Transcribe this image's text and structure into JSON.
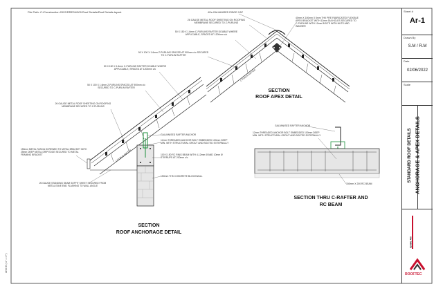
{
  "file_path": "File Path: C:/Construction 2022/RRES4/009 Roof Details/Roof Details.layout",
  "left_margin_note": "ANSI B (11\" x 17\")",
  "apex": {
    "title1": "SECTION",
    "title2": "ROOF APEX DETAIL",
    "notes": [
      "4Ga GALVANISED RIDGE CAP",
      "26 GAUGE METAL ROOF SHEETING ON ROOFING MEMBRANE SECURED TO Z-PURLINS",
      "40mm X 100mm X 5mm THK PRE FABRICATED FLEXIBLE APEX BRACKET WITH 12mm DIA HOLES SECURED TO C-PURLINS WITH 12mm BOLTS WITH NUTS AND WASHER",
      "50 X 150 X 1.6mm C-PURLINS RAFTER DOUBLE WHERE APPLICABLE, SPACED AT 1200mm c/c",
      "50 X 100 X 1.6mm Z-PURLINS SPACED AT 900mm c/c SECURED TO C-PURLIN RAFTER"
    ],
    "rafter_label": "C-PURLIN RAFTER"
  },
  "anchorage": {
    "title1": "SECTION",
    "title2": "ROOF ANCHORAGE DETAIL",
    "notes": [
      "50 X 150 X 1.6mm C-PURLINS RAFTER DOUBLE WHERE APPLICABLE, SPACED AT 1200mm c/c",
      "50 X 100 X 1.6mm Z-PURLINS SPACED AT 900mm c/c SECURED TO C-PURLIN RAFTER",
      "26 GAUGE METAL ROOF SHEETING ON ROOFING MEMBRANE SECURED TO Z-PURLINS",
      "GALVANISED RAFTER ANCHOR",
      "12mm THREADED ANCHOR BOLT EMBEDDED 100mm DEEP MIN. WITH STRUCTURAL GROUT AND BOLTED EXTERNALLY",
      "150mm METAL FASCIA SCREWED TO METAL BRACKET WITH 25mm DEEP METAL DRIP EDGE SECURED TO METAL FRAMING BRACKET",
      "100 X 150 RC RING BEAM WITH 4-12mm Ø AND 10mm Ø STIRRUPS AT 200mm c/c",
      "150mm THK CONCRETE BLOCKWALL",
      "26 GAUGE STANDING SEAM SOFFIT SHEET SECURED FROM METAL EAVE END FLASHING TO WALL ANGLE"
    ],
    "rafter_label": "C-PURLIN RAFTER"
  },
  "rcbeam": {
    "title1": "SECTION  THRU C-RAFTER AND",
    "title2": "RC BEAM",
    "notes": [
      "GALVANISED RAFTER ANCHOR",
      "12mm THREADED ANCHOR BOLT EMBEDDED 100mm DEEP MIN. WITH STRUCTURAL GROUT AND BOLTED EXTERNALLY",
      "150mm X 200 RC BEAM"
    ]
  },
  "titleblock": {
    "sheet_label": "Sheet #",
    "sheet_value": "Ar-1",
    "drawn_label": "Drawn By",
    "drawn_value": "S.M / R.M",
    "date_label": "Date",
    "date_value": "02/06/2022",
    "scale_label": "Scale",
    "title_std": "STANDARD  ROOF DETAILS",
    "title_main": "ANCHORAGE & APEX DETAILS",
    "brand": "ROOFTEC",
    "company_line": "Ernie All"
  },
  "colors": {
    "line": "#222222",
    "note": "#333333",
    "concrete": "#e6e6e6",
    "anchor": "#1a8f3a",
    "brand": "#c8102e"
  }
}
